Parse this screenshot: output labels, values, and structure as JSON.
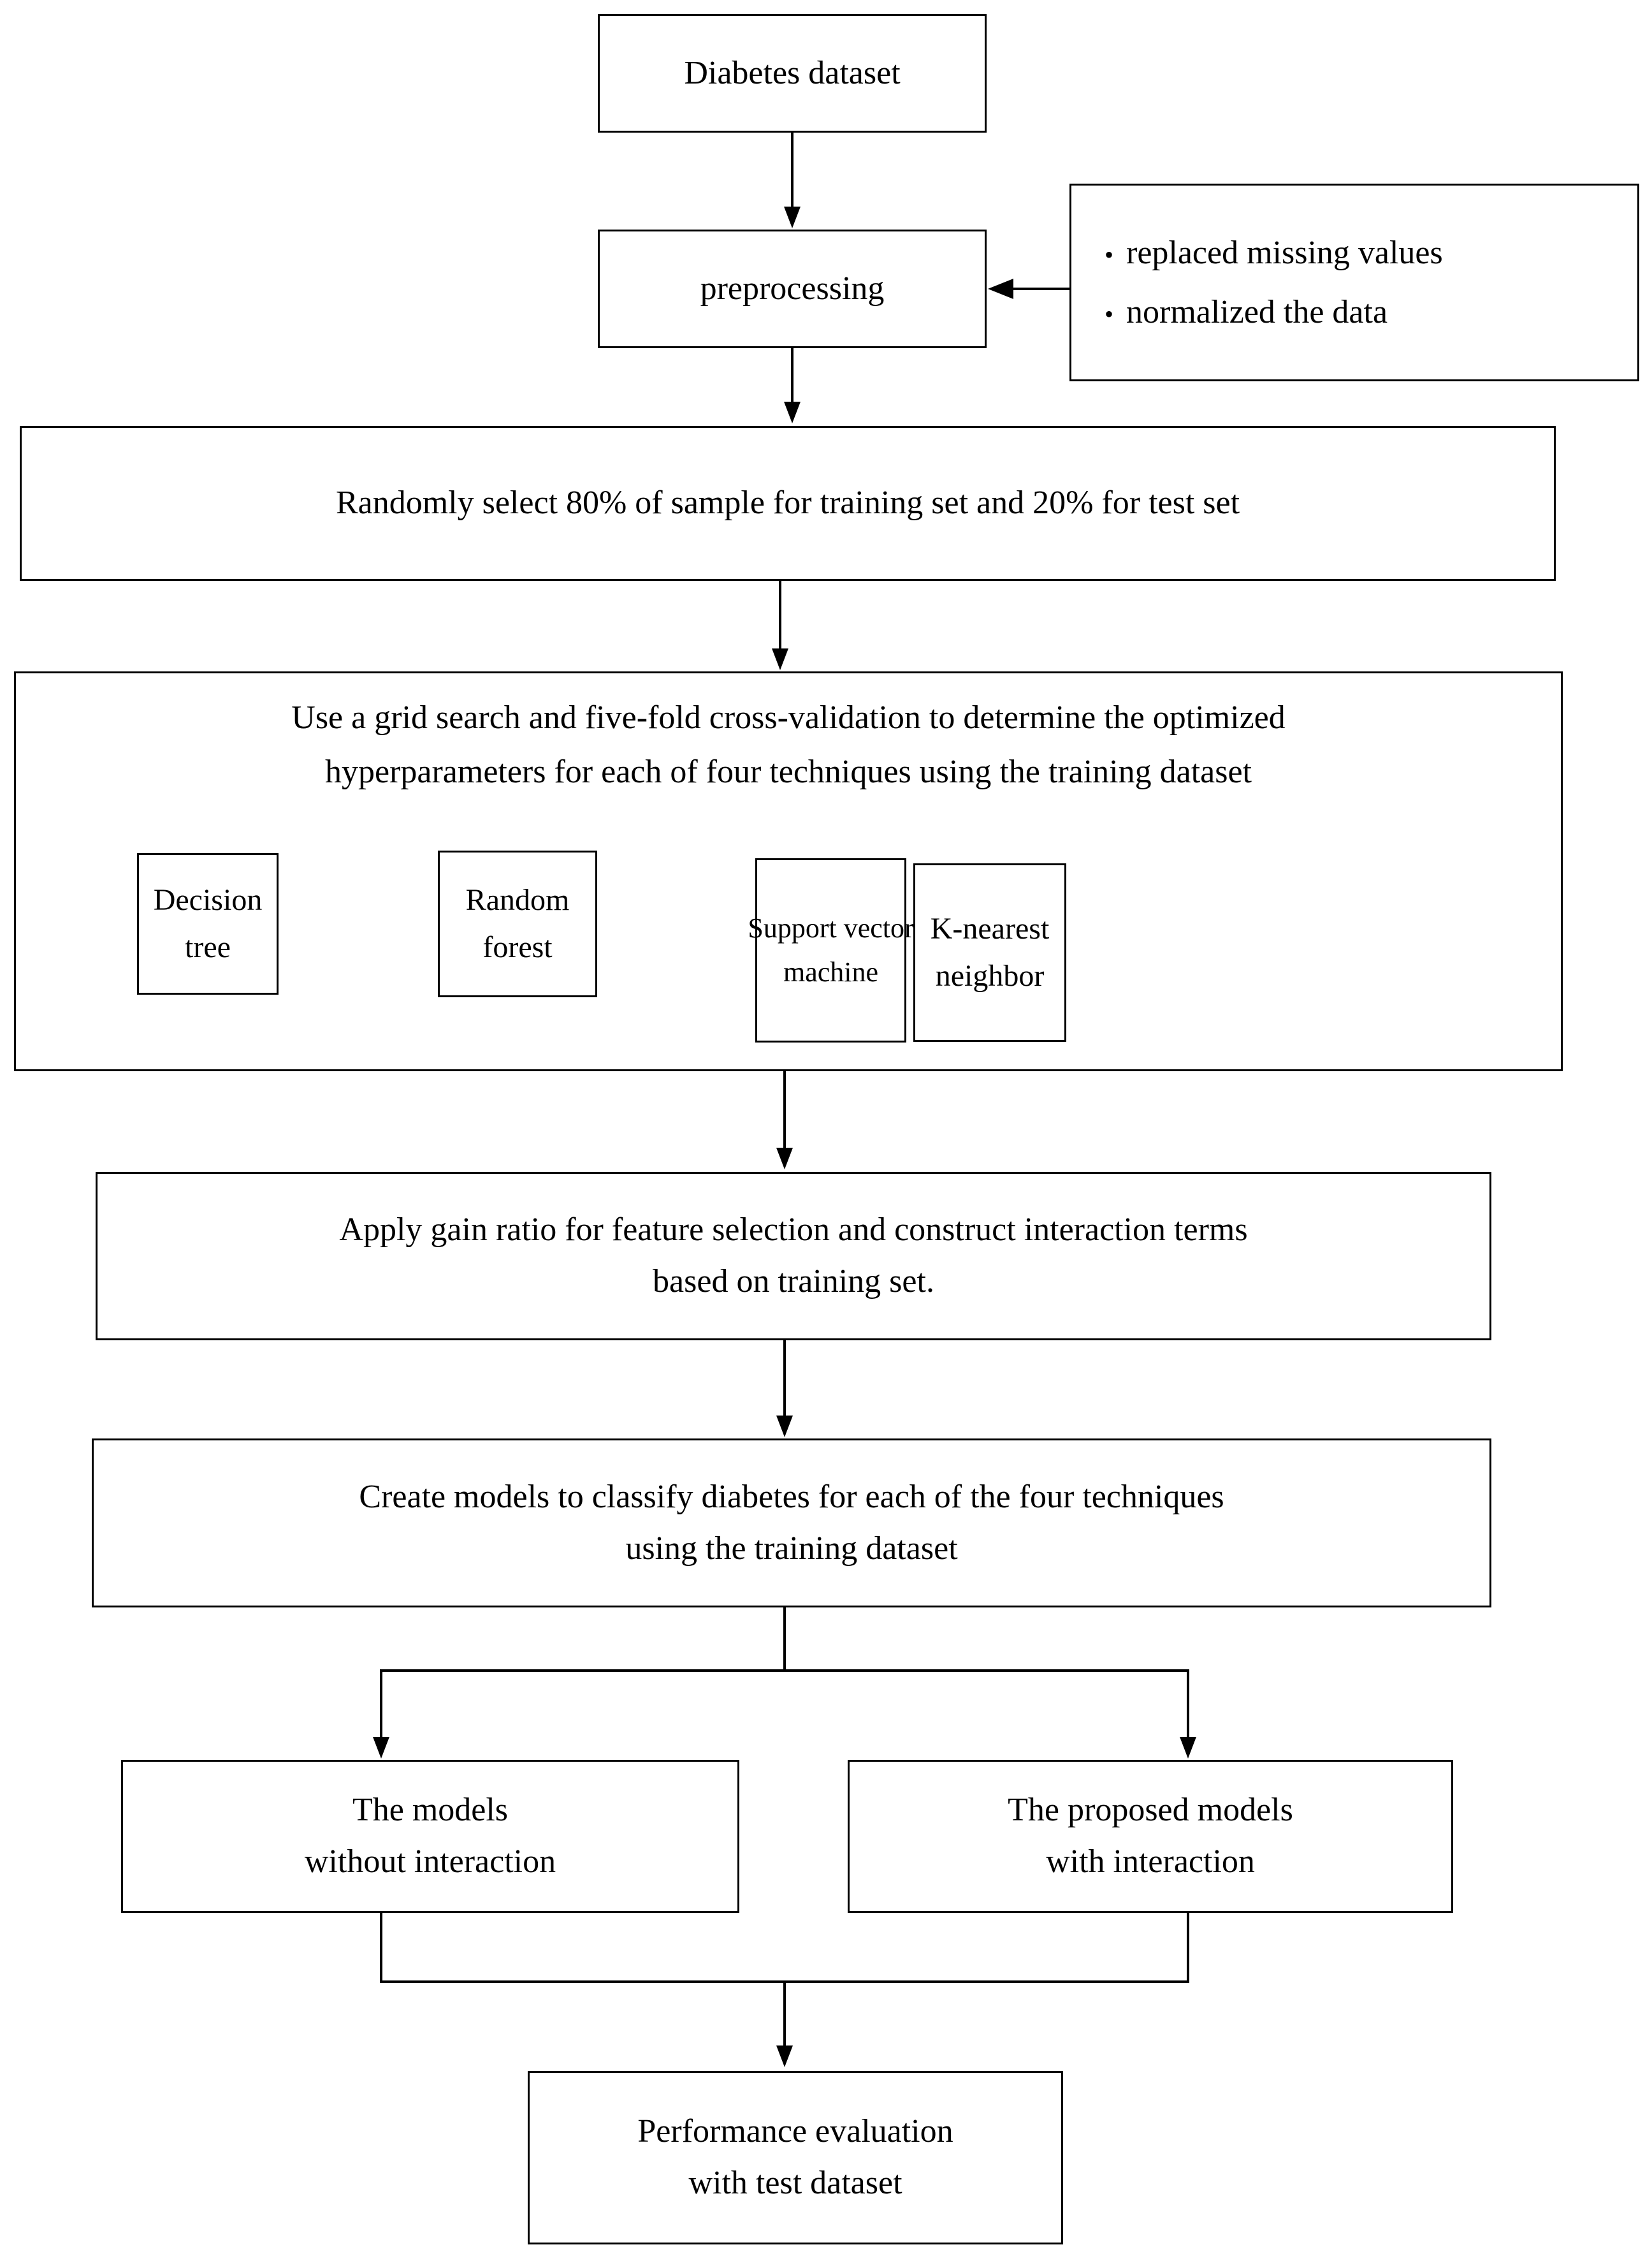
{
  "diagram": {
    "title": "Diabetes classification modelling workflow",
    "type": "flowchart",
    "ink_color": "#000000",
    "background_color": "#ffffff"
  },
  "nodes": {
    "dataset": {
      "label": "Diabetes dataset"
    },
    "preprocessing": {
      "label": "preprocessing"
    },
    "preprocessing_notes": {
      "bullet_glyph": "•",
      "items": [
        "replaced missing values",
        "normalized the data"
      ]
    },
    "split": {
      "label": "Randomly select 80% of sample for training set and 20% for test set"
    },
    "tuning": {
      "line1": "Use a grid search and five-fold cross-validation to determine the optimized",
      "line2": "hyperparameters for each of four techniques using the training dataset",
      "techniques": [
        {
          "line1": "Decision",
          "line2": "tree"
        },
        {
          "line1": "Random",
          "line2": "forest"
        },
        {
          "line1": "Support vector",
          "line2": "machine"
        },
        {
          "line1": "K-nearest",
          "line2": "neighbor"
        }
      ]
    },
    "feature_selection": {
      "line1": "Apply gain ratio for feature selection and construct interaction terms",
      "line2": "based on training set."
    },
    "create_models": {
      "line1": "Create models to classify diabetes for each of the four techniques",
      "line2": "using the training dataset"
    },
    "models_without": {
      "line1": "The models",
      "line2": "without interaction"
    },
    "models_with": {
      "line1": "The proposed models",
      "line2": "with interaction"
    },
    "evaluation": {
      "line1": "Performance evaluation",
      "line2": "with test dataset"
    }
  }
}
